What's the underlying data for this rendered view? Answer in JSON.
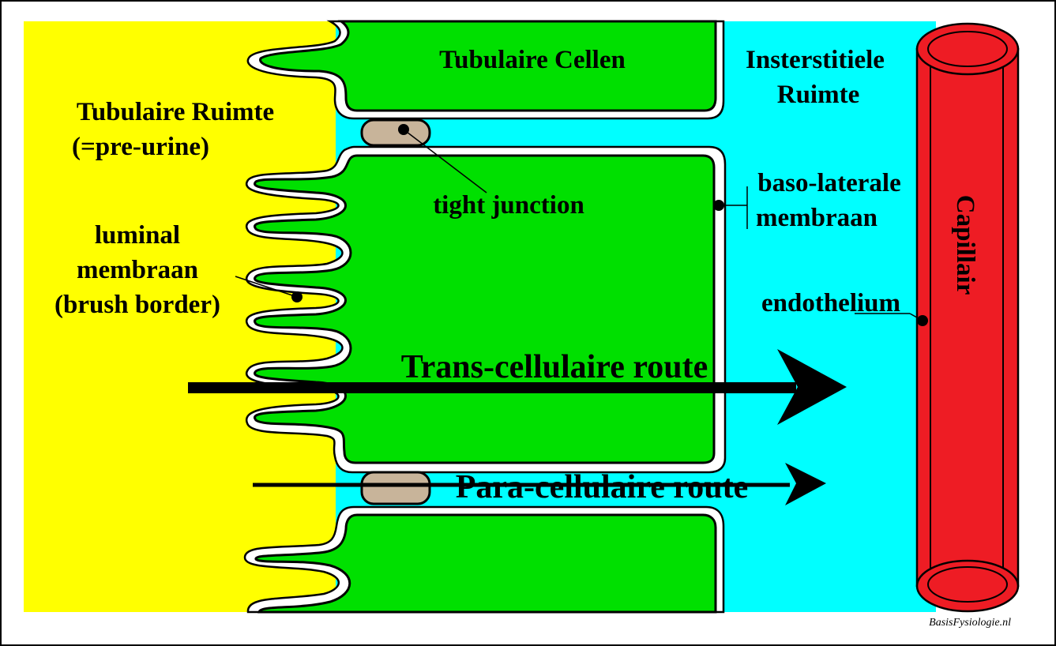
{
  "colors": {
    "tubular_space": "#ffff00",
    "interstitial_space": "#00ffff",
    "cells": "#00e000",
    "capillary": "#ee1c24",
    "tight_junction": "#c8b49a"
  },
  "labels": {
    "tubular_cells": "Tubulaire Cellen",
    "interstitial_line1": "Insterstitiele",
    "interstitial_line2": "Ruimte",
    "tubular_space_line1": "Tubulaire Ruimte",
    "tubular_space_line2": "(=pre-urine)",
    "tight_junction": "tight junction",
    "basolateral_line1": "baso-laterale",
    "basolateral_line2": "membraan",
    "luminal_line1": "luminal",
    "luminal_line2": "membraan",
    "luminal_line3": "(brush border)",
    "endothelium": "endothelium",
    "capillary": "Capillair",
    "transcellular": "Trans-cellulaire route",
    "paracellular": "Para-cellulaire route"
  },
  "credit": "BasisFysiologie.nl"
}
